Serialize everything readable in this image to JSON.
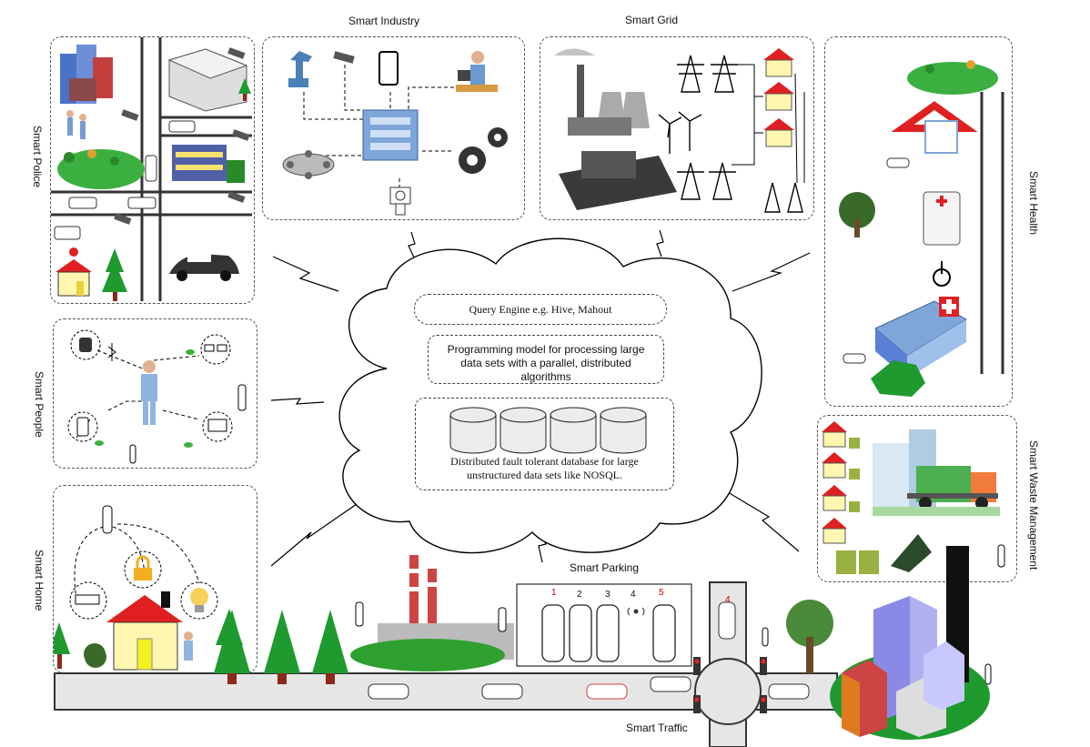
{
  "sections": {
    "industry": "Smart Industry",
    "grid": "Smart Grid",
    "police": "Smart Police",
    "health": "Smart Health",
    "people": "Smart People",
    "waste": "Smart Waste Management",
    "home": "Smart Home",
    "parking": "Smart Parking",
    "traffic": "Smart Traffic"
  },
  "cloud": {
    "query": "Query Engine e.g. Hive, Mahout",
    "programming": "Programming model for processing large data sets with a parallel, distributed algorithms",
    "database_line1": "Distributed fault tolerant database for large",
    "database_line2": "unstructured  data sets like NOSQL."
  },
  "parking": {
    "slots": [
      "1",
      "2",
      "3",
      "4",
      "5"
    ],
    "road_slot": "4"
  },
  "colors": {
    "panel_border": "#555555",
    "tree_green": "#1f9a2f",
    "road_gray": "#e6e6e6",
    "house_red": "#e02020",
    "house_yellow": "#fff6b0",
    "building_blue": "#5b7fd6"
  }
}
